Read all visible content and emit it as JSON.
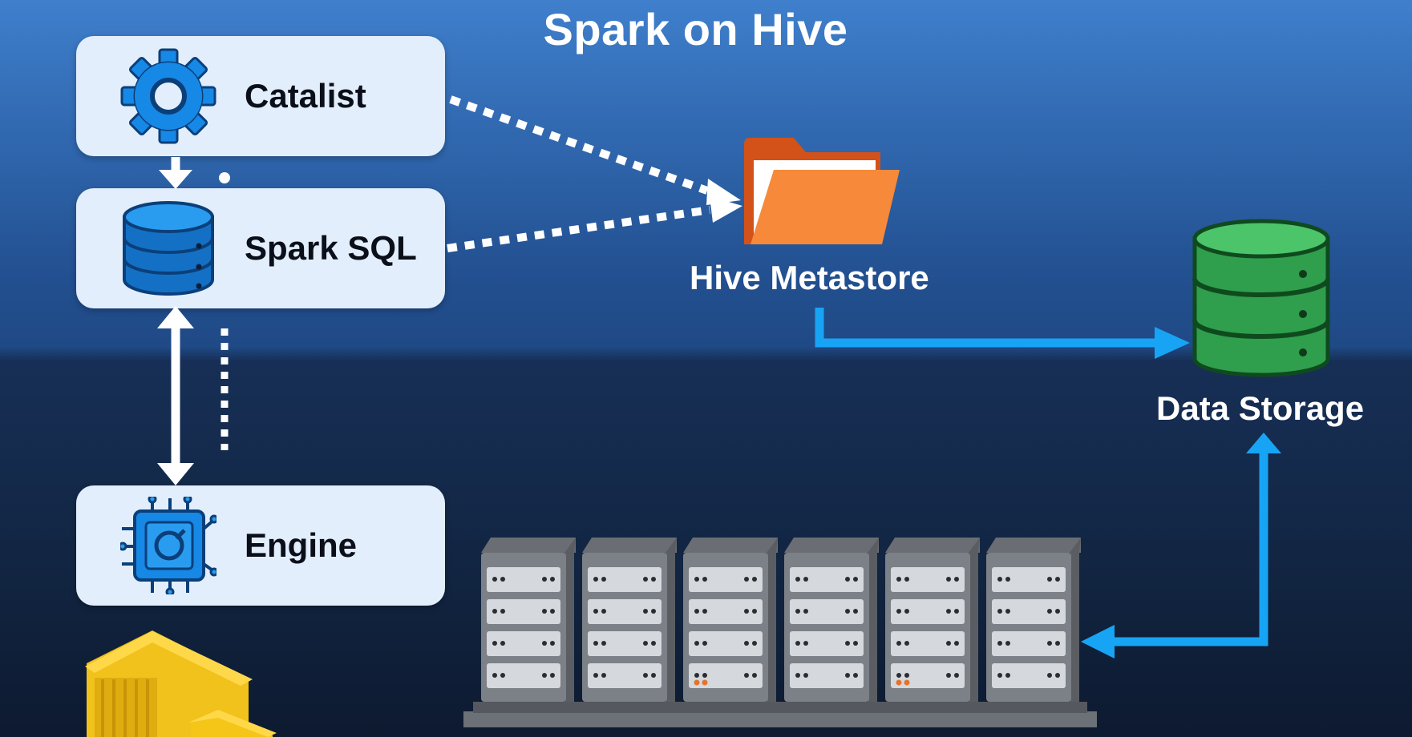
{
  "title": "Spark on Hive",
  "nodes": {
    "catalist": {
      "label": "Catalist",
      "icon": "gear-icon"
    },
    "spark_sql": {
      "label": "Spark SQL",
      "icon": "database-icon"
    },
    "engine": {
      "label": "Engine",
      "icon": "chip-icon"
    },
    "hive_metastore": {
      "label": "Hive Metastore",
      "icon": "folder-icon"
    },
    "data_storage": {
      "label": "Data Storage",
      "icon": "database-icon"
    },
    "server_cluster": {
      "icon": "server-rack-icon",
      "count": 6
    },
    "warehouse": {
      "icon": "warehouse-icon"
    }
  },
  "colors": {
    "box_fill": "#e2eefb",
    "icon_blue": "#1688e6",
    "arrow_blue": "#18a4f5",
    "folder_orange": "#f7893a",
    "storage_green": "#35b45a",
    "warehouse_yellow": "#f5c518"
  }
}
